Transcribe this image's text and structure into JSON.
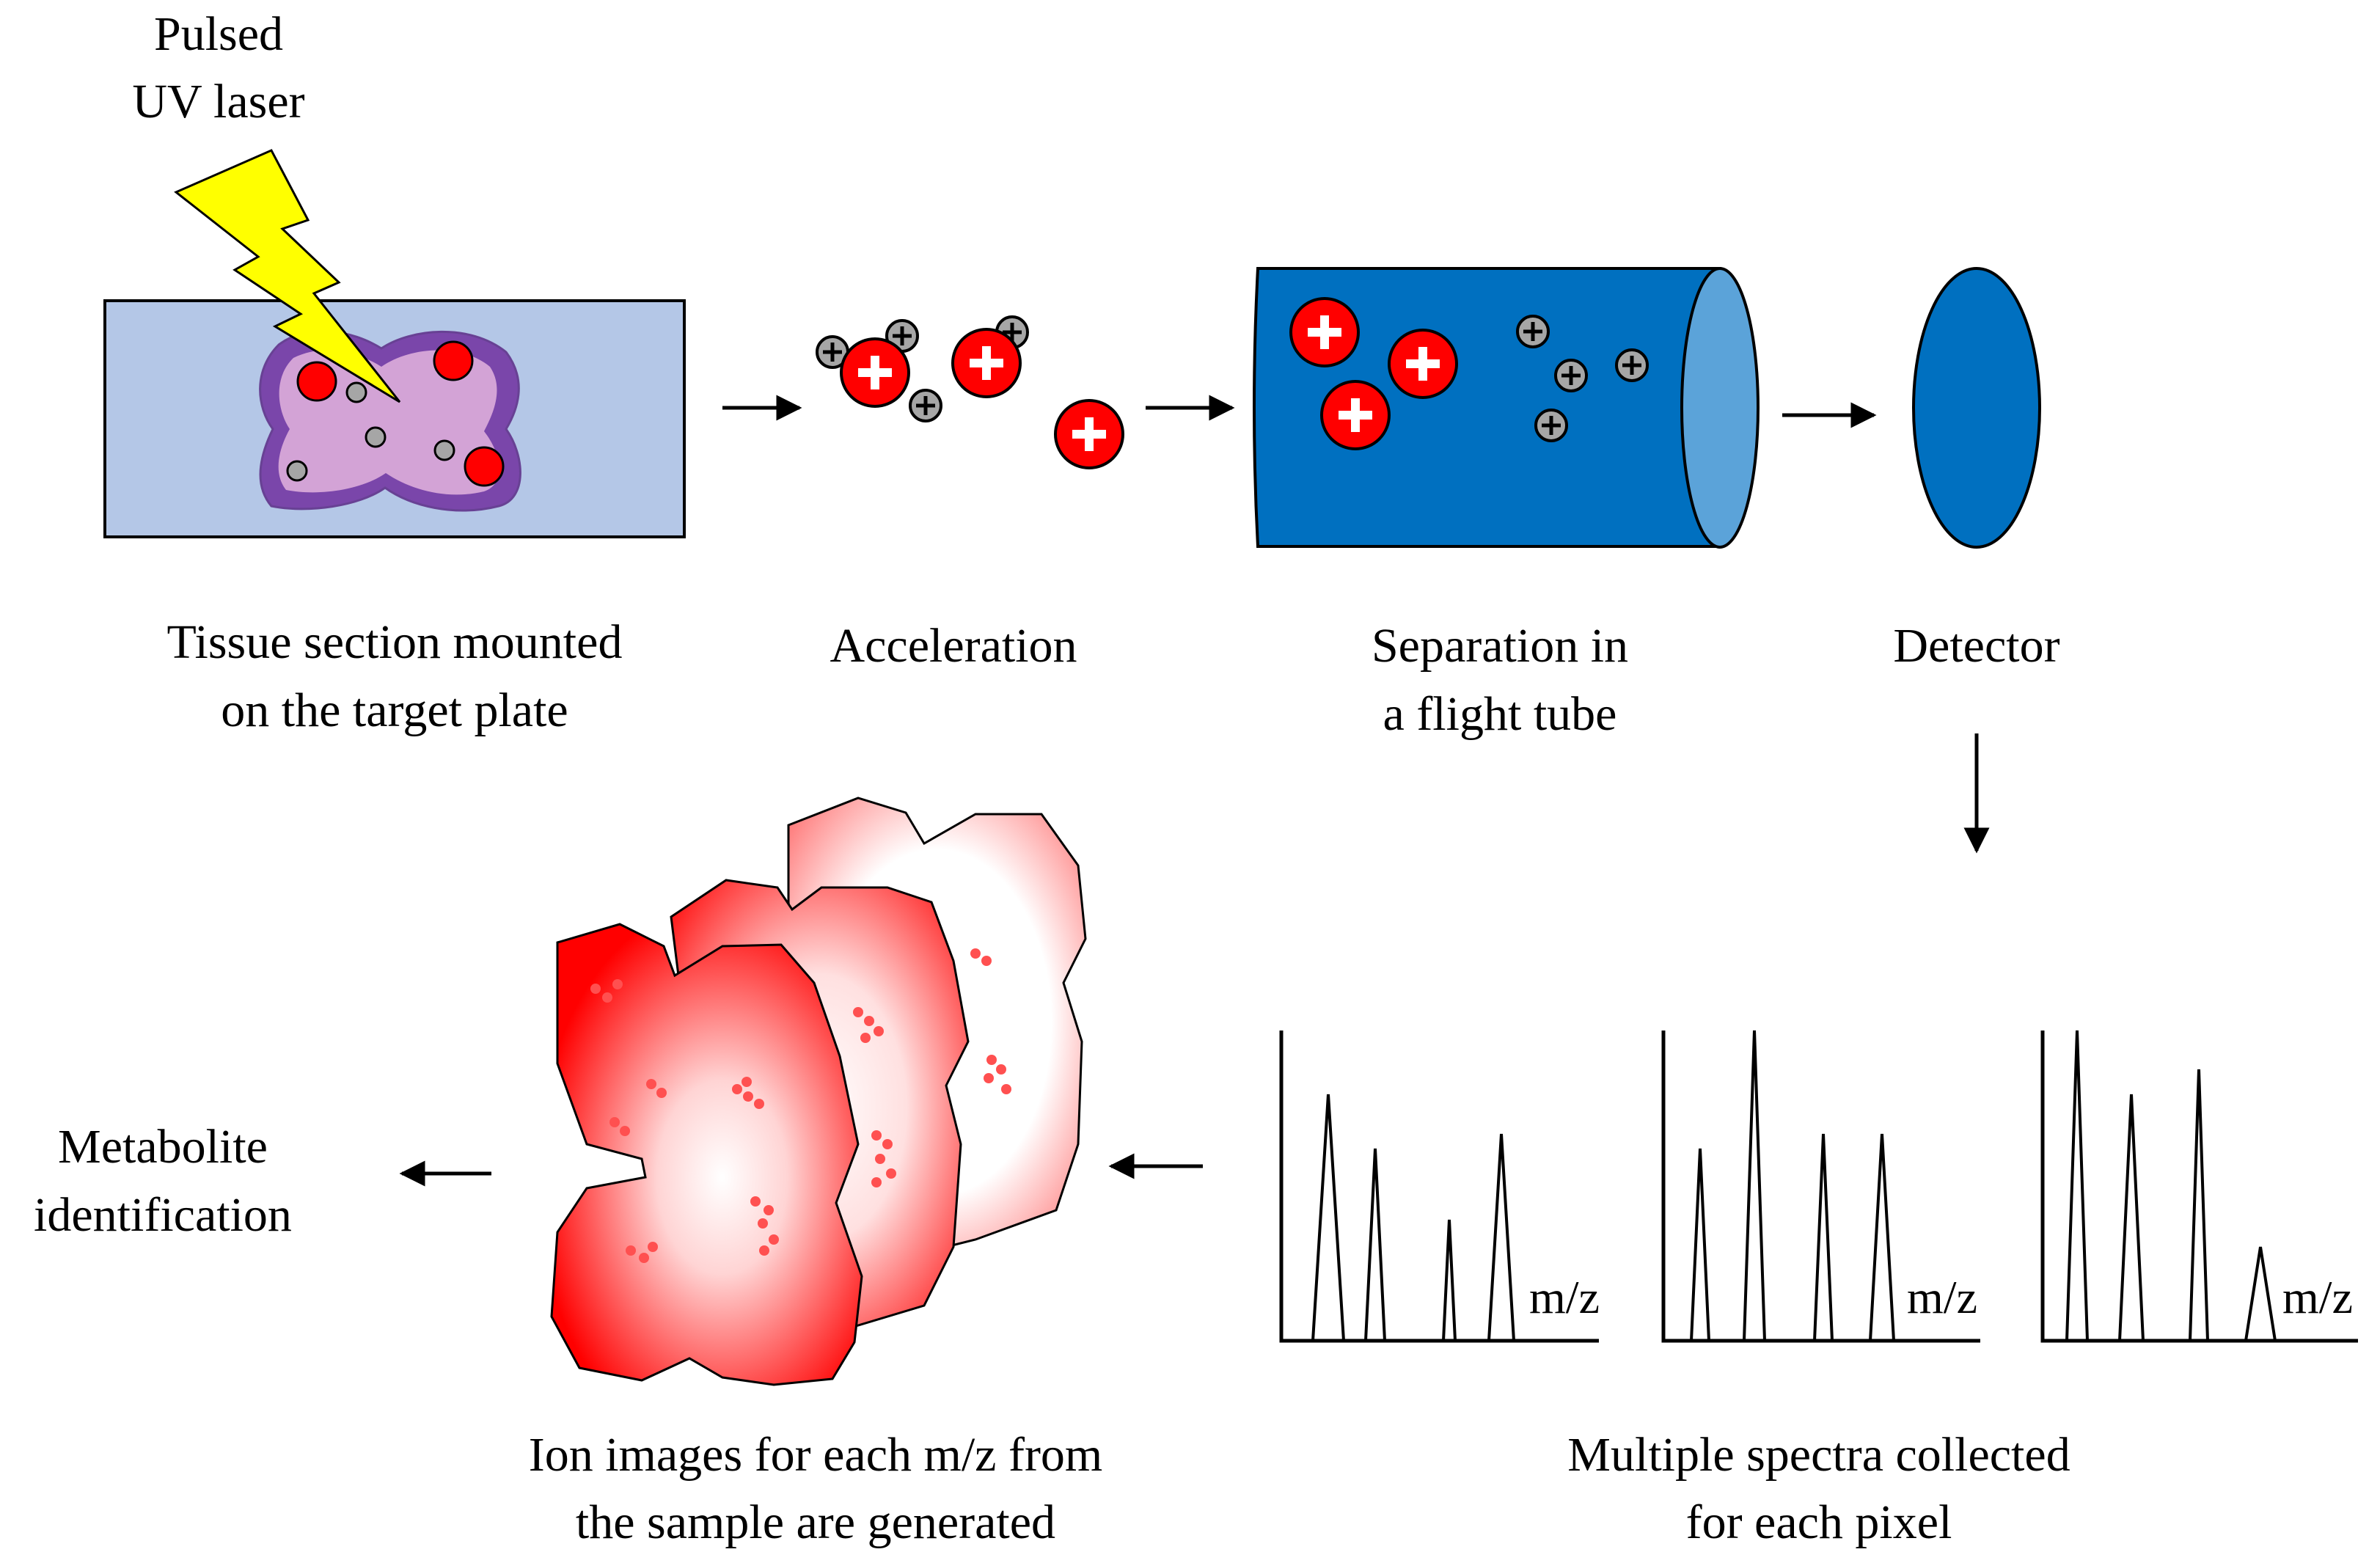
{
  "labels": {
    "laser_line1": "Pulsed",
    "laser_line2": "UV laser",
    "tissue_line1": "Tissue section mounted",
    "tissue_line2": "on the target plate",
    "acceleration": "Acceleration",
    "separation_line1": "Separation in",
    "separation_line2": "a flight tube",
    "detector": "Detector",
    "spectra_line1": "Multiple spectra collected",
    "spectra_line2": "for each pixel",
    "ion_line1": "Ion images for each m/z from",
    "ion_line2": "the sample are generated",
    "metabolite_line1": "Metabolite",
    "metabolite_line2": "identification"
  },
  "spectra": [
    {
      "axis_label": "m/z"
    },
    {
      "axis_label": "m/z"
    },
    {
      "axis_label": "m/z"
    }
  ],
  "colors": {
    "plate": "#b4c7e7",
    "tissue_outer": "#7030a0",
    "tissue_inner": "#d3a3d6",
    "ion_large": "#ff0000",
    "ion_small": "#a6a6a6",
    "laser": "#ffff00",
    "tube": "#0070c0",
    "tube_end": "#5ba3d9",
    "detector": "#0070c0",
    "ion_image": "#ff0000"
  }
}
